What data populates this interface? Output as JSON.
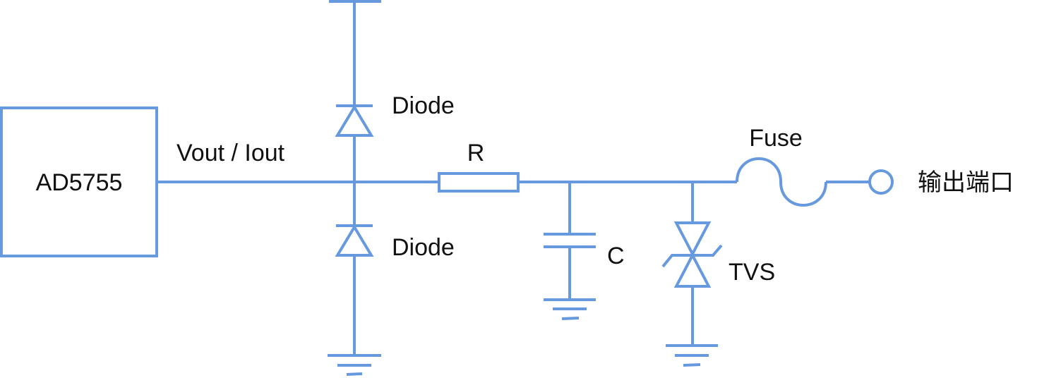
{
  "diagram": {
    "line_color": "#6699dd",
    "text_color": "#111111",
    "background": "#ffffff",
    "labels": {
      "chip": "AD5755",
      "signal": "Vout / Iout",
      "diode_top": "Diode",
      "diode_bottom": "Diode",
      "resistor": "R",
      "capacitor": "C",
      "tvs": "TVS",
      "fuse": "Fuse",
      "output_port": "输出端口"
    }
  }
}
